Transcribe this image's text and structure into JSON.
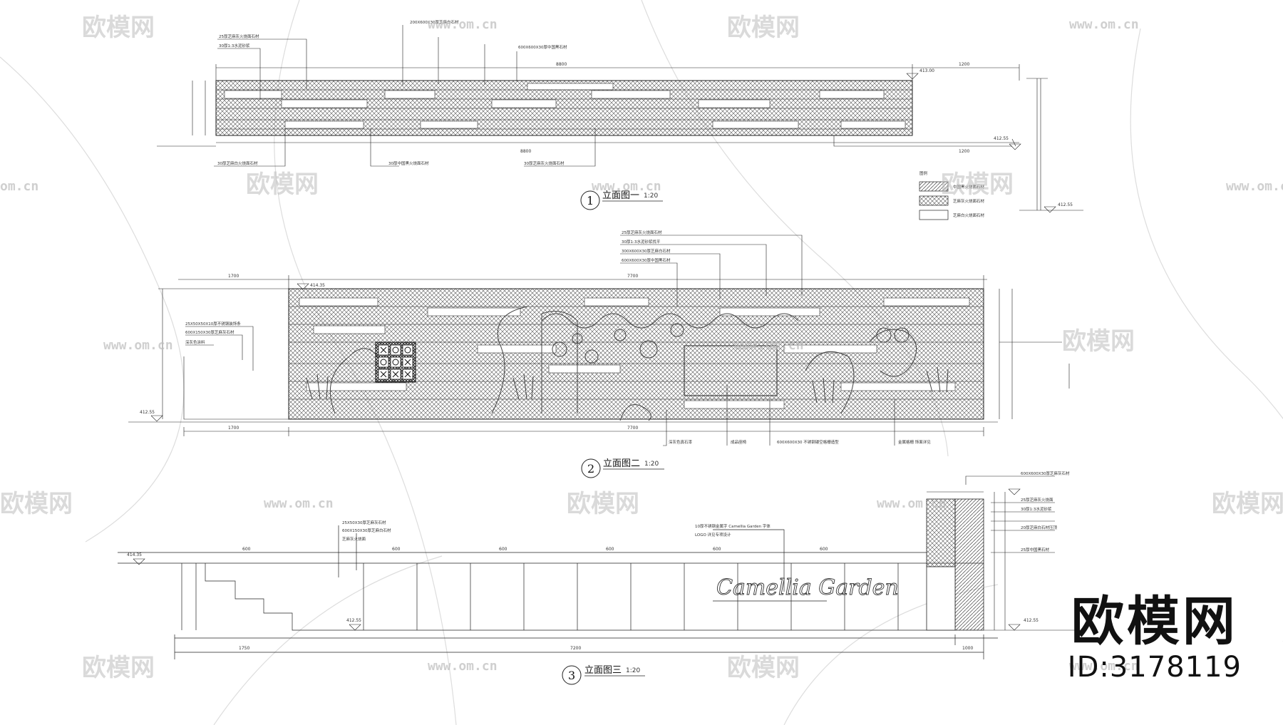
{
  "watermark": {
    "cn": "欧模网",
    "url": "www.om.cn",
    "url_short": "om.cn"
  },
  "brand": {
    "cn": "欧模网",
    "id": "ID:3178119"
  },
  "elevations": [
    {
      "number": "1",
      "title": "立面图一",
      "scale": "1:20"
    },
    {
      "number": "2",
      "title": "立面图二",
      "scale": "1:20"
    },
    {
      "number": "3",
      "title": "立面图三",
      "scale": "1:20"
    }
  ],
  "legend": {
    "title": "图例",
    "items": [
      "中国黑火烧面石材",
      "芝麻灰火烧面石材",
      "芝麻白火烧面石材"
    ]
  },
  "signage": "Camellia Garden",
  "dims": {
    "e1_total": "8800",
    "e1_right": "1200",
    "e1_bottom": "8800",
    "e1_bottom_right": "1200",
    "e1_level_a": "413.00",
    "e1_level_b": "412.55",
    "e2_total": "7700",
    "e2_left": "1700",
    "e2_bottom_left": "1700",
    "e2_bottom_mid": "7700",
    "e2_level": "414.35",
    "e3_total": "7200",
    "e3_left": "1750",
    "e3_right": "1000",
    "e3_level": "412.55",
    "e3_seg": "600"
  },
  "notes": {
    "e1_top": [
      "25厚芝麻灰火烧面石材",
      "30厚1:3水泥砂浆",
      "200X600X30厚芝麻白石材",
      "600X600X30厚中国黑石材"
    ],
    "e1_bottom": [
      "30厚芝麻白火烧面石材",
      "30厚中国黑火烧面石材",
      "30厚芝麻灰火烧面石材"
    ],
    "e2_top": [
      "25厚芝麻灰火烧面石材",
      "30厚1:3水泥砂浆找平",
      "300X600X30厚芝麻白石材",
      "600X600X30厚中国黑石材"
    ],
    "e2_left": [
      "25X50X50X10厚不锈钢装饰条",
      "600X150X30厚芝麻灰石材",
      "深灰色涂料"
    ],
    "e2_bottom": [
      "深灰色真石漆",
      "成品座椅",
      "600X600X30 不锈钢镂空格栅造型",
      "金属格栅 饰面详见"
    ],
    "e3_top": [
      "25X50X30厚芝麻灰石材",
      "600X150X30厚芝麻白石材",
      "芝麻灰火烧面"
    ],
    "e3_mid": [
      "10厚不锈钢金属字 Camellia Garden 字体",
      "LOGO 详见专项设计"
    ],
    "e3_right": [
      "600X600X30厚芝麻灰石材",
      "25厚芝麻灰火烧面",
      "30厚1:3水泥砂浆",
      "20厚芝麻白石材压顶",
      "25厚中国黑石材"
    ]
  }
}
